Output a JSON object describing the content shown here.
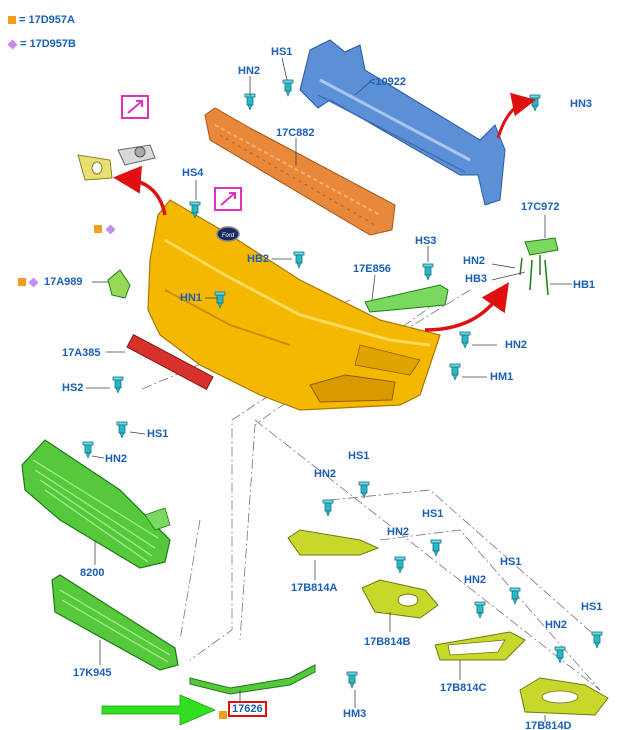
{
  "legend": [
    {
      "marker": "square",
      "color": "#f0a020",
      "text": "= 17D957A"
    },
    {
      "marker": "diamond",
      "color": "#c48be8",
      "text": "= 17D957B"
    }
  ],
  "labels": {
    "hs1_top": "HS1",
    "hn2_top": "HN2",
    "l10922": "<10922",
    "hn3": "HN3",
    "l17c882": "17C882",
    "hs4": "HS4",
    "l17c972": "17C972",
    "hs3": "HS3",
    "hb2": "HB2",
    "l17e856": "17E856",
    "hn2_r1": "HN2",
    "hb3": "HB3",
    "hb1": "HB1",
    "l17a989": "17A989",
    "hn1": "HN1",
    "l17a385": "17A385",
    "hn2_mid": "HN2",
    "hm1": "HM1",
    "hs2": "HS2",
    "hs1_l": "HS1",
    "hn2_l": "HN2",
    "l8200": "8200",
    "hn2_a": "HN2",
    "hs1_a": "HS1",
    "l17b814a": "17B814A",
    "hn2_b": "HN2",
    "hs1_b": "HS1",
    "l17b814b": "17B814B",
    "l17k945": "17K945",
    "hn2_c": "HN2",
    "hs1_c": "HS1",
    "l17b814c": "17B814C",
    "hn2_d": "HN2",
    "hs1_d": "HS1",
    "l17b814d": "17B814D",
    "l17626": "17626",
    "hm3": "HM3"
  },
  "colors": {
    "label_blue": "#1a5fb4",
    "bumper_yellow": "#f5b800",
    "absorber_orange": "#e8883a",
    "beam_blue": "#5b8fd6",
    "grille_green": "#56c83c",
    "bezel_lime": "#c8d82a",
    "reflector_red": "#d8302a",
    "clip_cyan": "#2ab8c8",
    "callout_magenta": "#e030c0",
    "arrow_red": "#e01010",
    "arrow_green": "#30e020",
    "highlight_red": "#e01010"
  },
  "icons": [
    "fastener-clip-icon",
    "callout-arrow-icon",
    "ford-oval-emblem-icon",
    "sensor-bracket-icon"
  ]
}
